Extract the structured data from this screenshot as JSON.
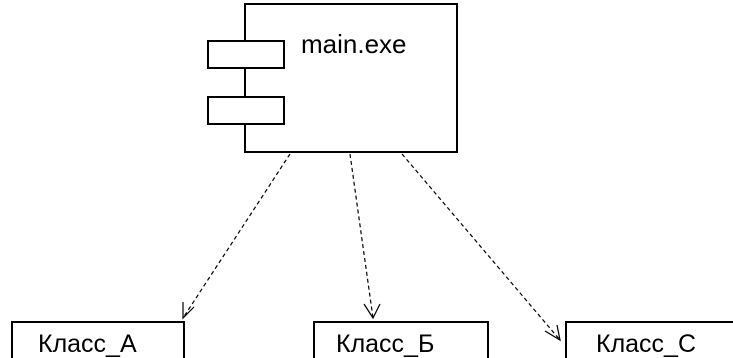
{
  "component": {
    "name": "main.exe"
  },
  "classes": [
    {
      "label": "Класс_А"
    },
    {
      "label": "Класс_Б"
    },
    {
      "label": "Класс_С"
    }
  ],
  "colors": {
    "background": "#ffffff",
    "stroke": "#000000"
  }
}
